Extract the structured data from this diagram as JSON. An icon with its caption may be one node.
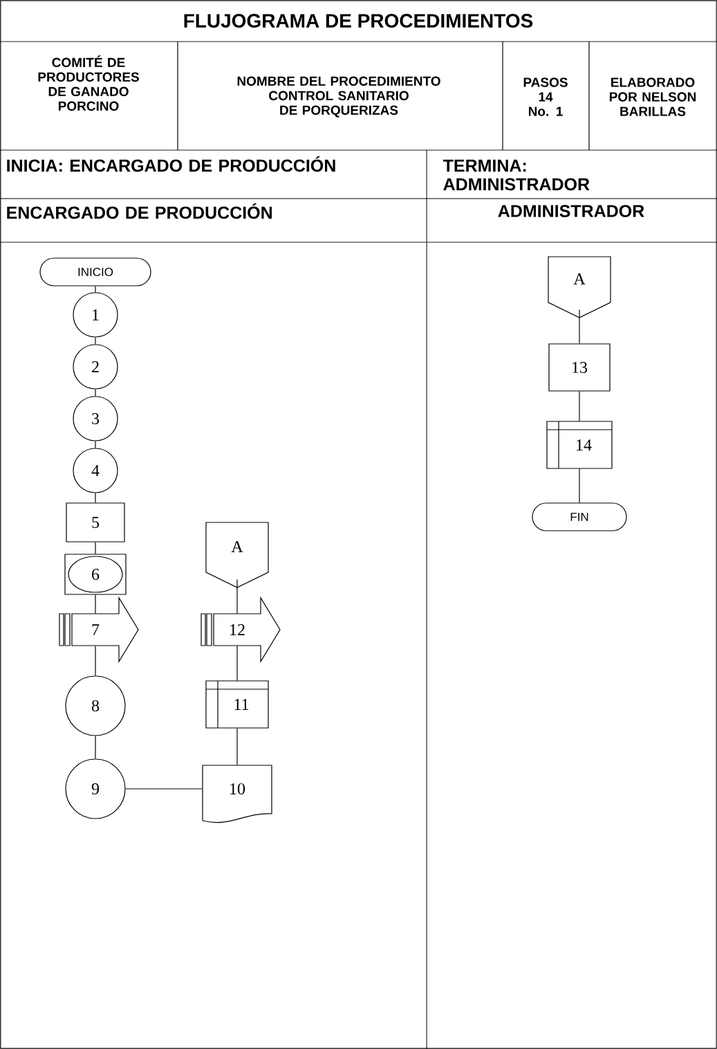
{
  "diagram": {
    "title": "FLUJOGRAMA DE PROCEDIMIENTOS",
    "nodes": [
      {
        "text": [
          "INICIO"
        ]
      },
      {
        "text": [
          "1"
        ]
      },
      {
        "text": [
          "2"
        ]
      },
      {
        "text": [
          "3"
        ]
      },
      {
        "text": [
          "4"
        ]
      },
      {
        "text": [
          "5"
        ]
      },
      {
        "text": [
          "6"
        ]
      },
      {
        "text": [
          "7"
        ]
      },
      {
        "text": [
          "8"
        ]
      },
      {
        "text": [
          "9"
        ]
      },
      {
        "text": [
          "10"
        ]
      },
      {
        "text": [
          "11"
        ]
      },
      {
        "text": [
          "12"
        ]
      },
      {
        "text": [
          "A"
        ]
      },
      {
        "text": [
          "A"
        ]
      },
      {
        "text": [
          "13"
        ]
      },
      {
        "text": [
          "14"
        ]
      },
      {
        "text": [
          "FIN"
        ]
      }
    ],
    "edges": [
      {
        "from": 0,
        "to": 1,
        "arrow": "none"
      },
      {
        "from": 1,
        "to": 2,
        "arrow": "none"
      },
      {
        "from": 2,
        "to": 3,
        "arrow": "none"
      },
      {
        "from": 3,
        "to": 4,
        "arrow": "none"
      },
      {
        "from": 4,
        "to": 5,
        "arrow": "none"
      },
      {
        "from": 5,
        "to": 6,
        "arrow": "none"
      },
      {
        "from": 6,
        "to": 7,
        "arrow": "none"
      },
      {
        "from": 7,
        "to": 8,
        "arrow": "none"
      },
      {
        "from": 8,
        "to": 9,
        "arrow": "none"
      },
      {
        "from": 9,
        "to": 10,
        "arrow": "none"
      },
      {
        "from": 10,
        "to": 11,
        "arrow": "none"
      },
      {
        "from": 11,
        "to": 12,
        "arrow": "none"
      },
      {
        "from": 12,
        "to": 13,
        "arrow": "none"
      },
      {
        "from": 14,
        "to": 15,
        "arrow": "none"
      },
      {
        "from": 15,
        "to": 16,
        "arrow": "none"
      },
      {
        "from": 16,
        "to": 17,
        "arrow": "none"
      }
    ],
    "labels": [
      "COMITÉ DE PRODUCTORES DE GANADO PORCINO",
      "NOMBRE DEL PROCEDIMIENTO CONTROL SANITARIO DE PORQUERIZAS",
      "PASOS 14 No. 1",
      "ELABORADO POR NELSON BARILLAS",
      "INICIA: ENCARGADO DE PRODUCCIÓN",
      "TERMINA: ADMINISTRADOR",
      "ENCARGADO DE PRODUCCIÓN",
      "ADMINISTRADOR"
    ]
  }
}
